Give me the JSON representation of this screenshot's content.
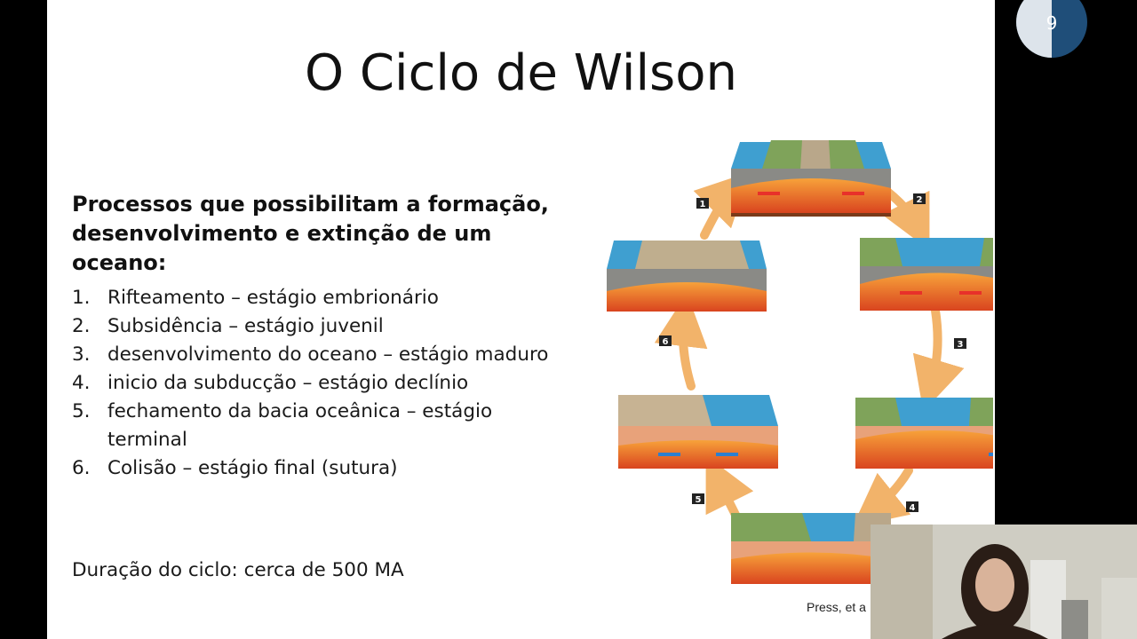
{
  "slide": {
    "title": "O Ciclo de Wilson",
    "heading_line1": "Processos que possibilitam a formação,",
    "heading_line2": "desenvolvimento e extinção de um oceano:",
    "stages": [
      {
        "num": "1.",
        "text": "Rifteamento – estágio embrionário"
      },
      {
        "num": "2.",
        "text": "Subsidência – estágio juvenil"
      },
      {
        "num": "3.",
        "text": "desenvolvimento do oceano – estágio maduro"
      },
      {
        "num": "4.",
        "text": "inicio da subducção – estágio declínio"
      },
      {
        "num": "5.",
        "text": "fechamento da bacia oceânica – estágio terminal"
      },
      {
        "num": "6.",
        "text": "Colisão – estágio final (sutura)"
      }
    ],
    "duration": "Duração do ciclo: cerca de 500 MA",
    "credit": "Press, et a"
  },
  "diagram": {
    "labels": [
      "1",
      "2",
      "3",
      "4",
      "5",
      "6"
    ]
  },
  "progress": {
    "slide_number": "9",
    "fraction": 0.5
  },
  "colors": {
    "ocean": "#3f9fd0",
    "land": "#7fa35a",
    "crust": "#8a8a86",
    "mantle": "#e8572a",
    "cycle_arrow": "#f2b36a",
    "dial": "#1f4e79"
  }
}
